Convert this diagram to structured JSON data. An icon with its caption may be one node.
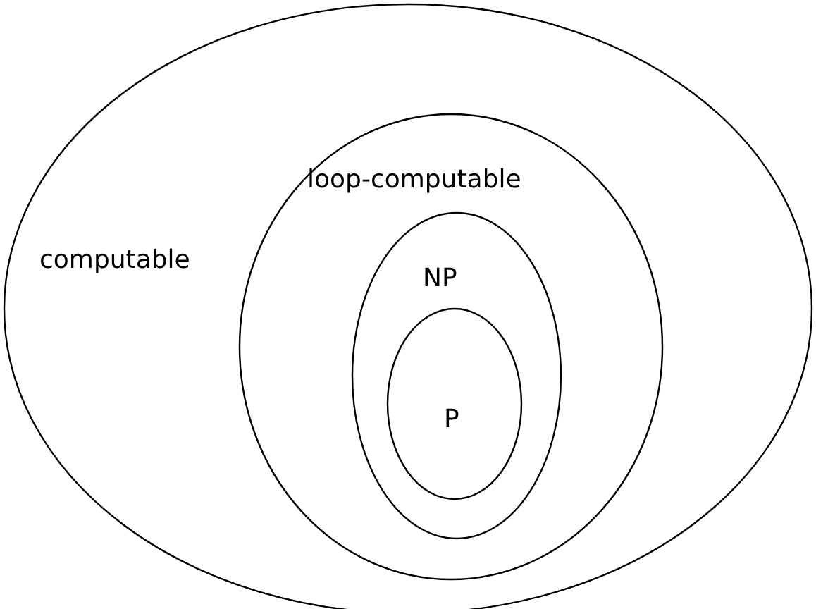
{
  "diagram": {
    "nodes": [
      {
        "text": [
          "computable"
        ]
      },
      {
        "text": [
          "loop-computable"
        ],
        "in": 0
      },
      {
        "text": [
          "NP"
        ],
        "in": 1
      },
      {
        "text": [
          "P"
        ],
        "in": 2
      }
    ]
  }
}
